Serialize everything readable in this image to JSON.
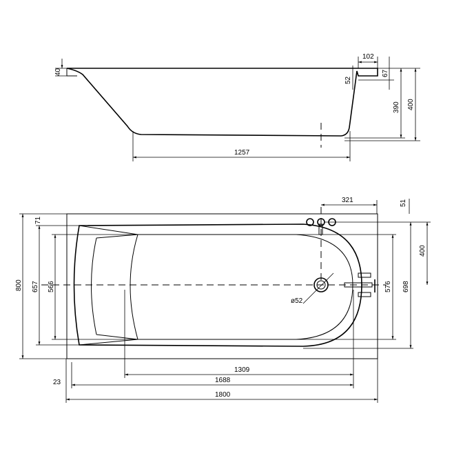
{
  "side_view": {
    "dims": {
      "rim_left": "40",
      "rim_right_width": "102",
      "rim_depth": "67",
      "rim_offset": "52",
      "inner_depth": "390",
      "total_height": "400",
      "bottom_length": "1257"
    }
  },
  "plan_view": {
    "dims": {
      "overall_width": "800",
      "inner_width": "657",
      "basin_width": "566",
      "edge_offset": "71",
      "tap_offset": "321",
      "tap_edge": "51",
      "center_to_tap": "400",
      "bowl_width": "698",
      "basin_width_right": "576",
      "drain_diameter": "ø52",
      "basin_length": "1309",
      "inner_length": "1688",
      "overall_length": "1800",
      "end_offset": "23"
    }
  }
}
